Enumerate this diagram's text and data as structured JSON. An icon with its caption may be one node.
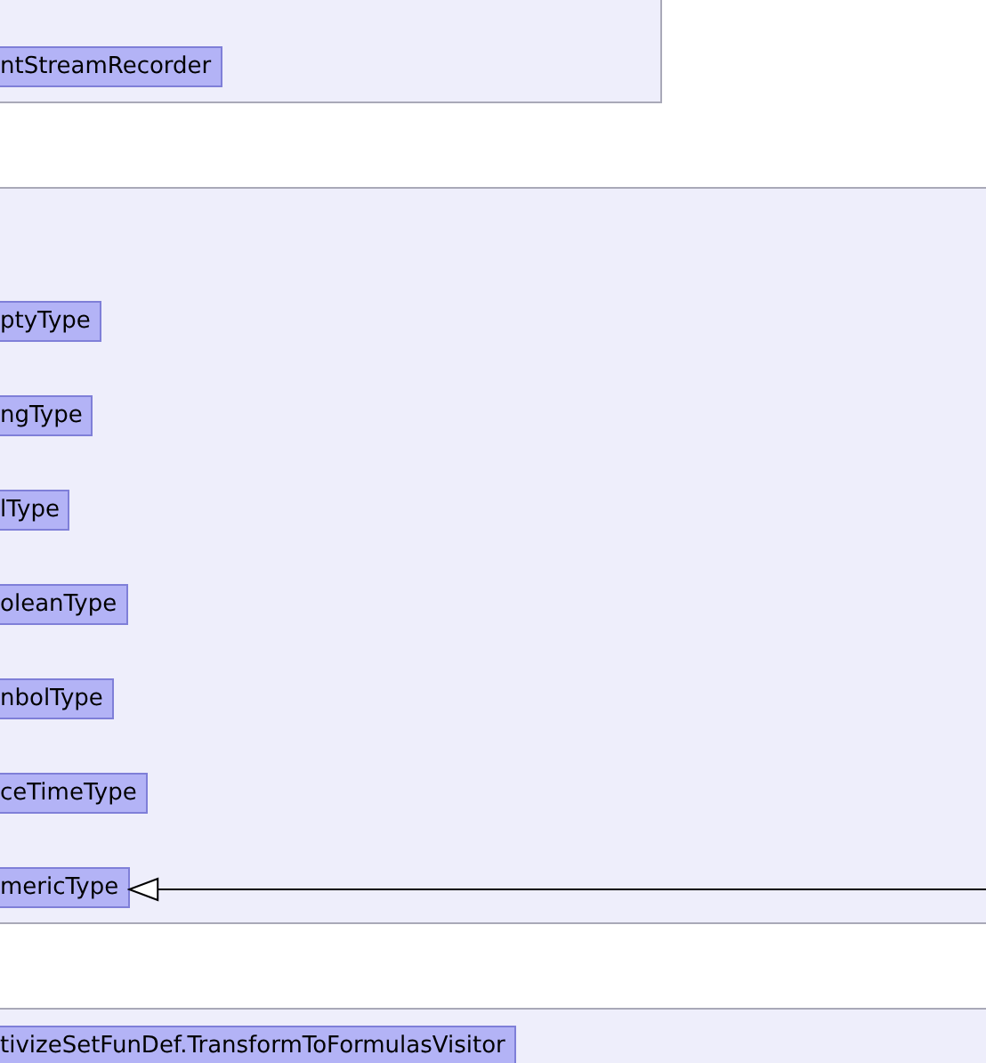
{
  "diagram": {
    "nodes": [
      {
        "text": [],
        "shape": "box"
      },
      {
        "text": [
          "ntStreamRecorder"
        ],
        "in": 0
      },
      {
        "text": [],
        "shape": "box"
      },
      {
        "text": [
          "ptyType"
        ],
        "in": 2
      },
      {
        "text": [
          "ngType"
        ],
        "in": 2
      },
      {
        "text": [
          "lType"
        ],
        "in": 2
      },
      {
        "text": [
          "oleanType"
        ],
        "in": 2
      },
      {
        "text": [
          "nbolType"
        ],
        "in": 2
      },
      {
        "text": [
          "ceTimeType"
        ],
        "in": 2
      },
      {
        "text": [
          "mericType"
        ],
        "in": 2
      },
      {
        "text": [],
        "shape": "box"
      },
      {
        "text": [
          "tivizeSetFunDef.TransformToFormulasVisitor"
        ],
        "in": 10
      }
    ],
    "edges": [
      {
        "from": null,
        "to": 9,
        "arrow": "to"
      }
    ]
  }
}
